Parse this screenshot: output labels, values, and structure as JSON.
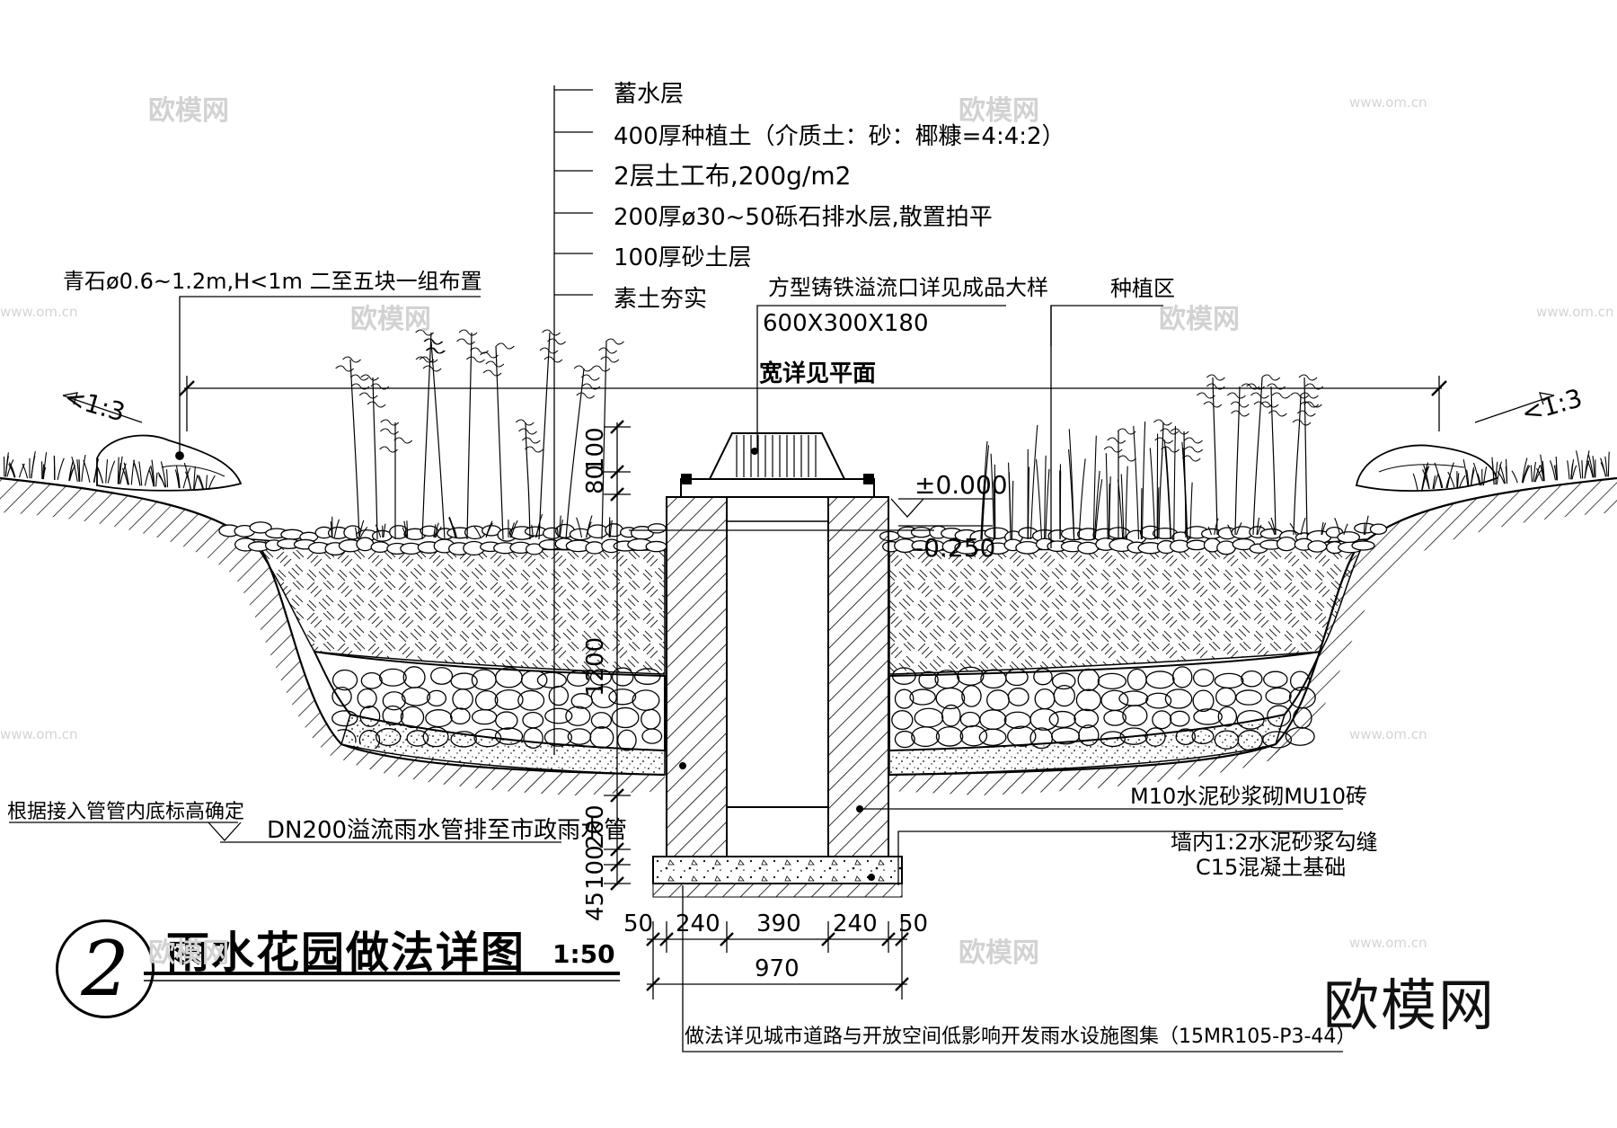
{
  "title": "雨水花园做法详图",
  "scale": "1:50",
  "detail_number": "2",
  "layers": [
    "蓄水层",
    "400厚种植土（介质土：砂：椰糠=4:4:2）",
    "2层土工布,200g/m2",
    "200厚ø30~50砾石排水层,散置拍平",
    "100厚砂土层",
    "素土夯实"
  ],
  "notes": {
    "boulder": "青石ø0.6~1.2m,H<1m  二至五块一组布置",
    "overflow_title": "方型铸铁溢流口详见成品大样",
    "overflow_size": "600X300X180",
    "width_note": "宽详见平面",
    "planting_zone": "种植区",
    "slope_left": "<1:3",
    "slope_right": "<1:3",
    "elev_top": "±0.000",
    "elev_bottom": "-0.250",
    "pipe_invert": "根据接入管管内底标高确定",
    "pipe": "DN200溢流雨水管排至市政雨水管",
    "wall_mortar": "M10水泥砂浆砌MU10砖",
    "joint_mortar": "墙内1:2水泥砂浆勾缝",
    "foundation": "C15混凝土基础",
    "reference": "做法详见城市道路与开放空间低影响开发雨水设施图集（15MR105-P3-44）"
  },
  "dimensions": {
    "vertical": [
      "100",
      "80",
      "1200",
      "200",
      "100",
      "45"
    ],
    "horizontal": [
      "50",
      "240",
      "390",
      "240",
      "50"
    ],
    "total_width": "970"
  },
  "watermarks": {
    "brand": "欧模网",
    "url": "www.om.cn",
    "corner_logo": "欧模网"
  }
}
